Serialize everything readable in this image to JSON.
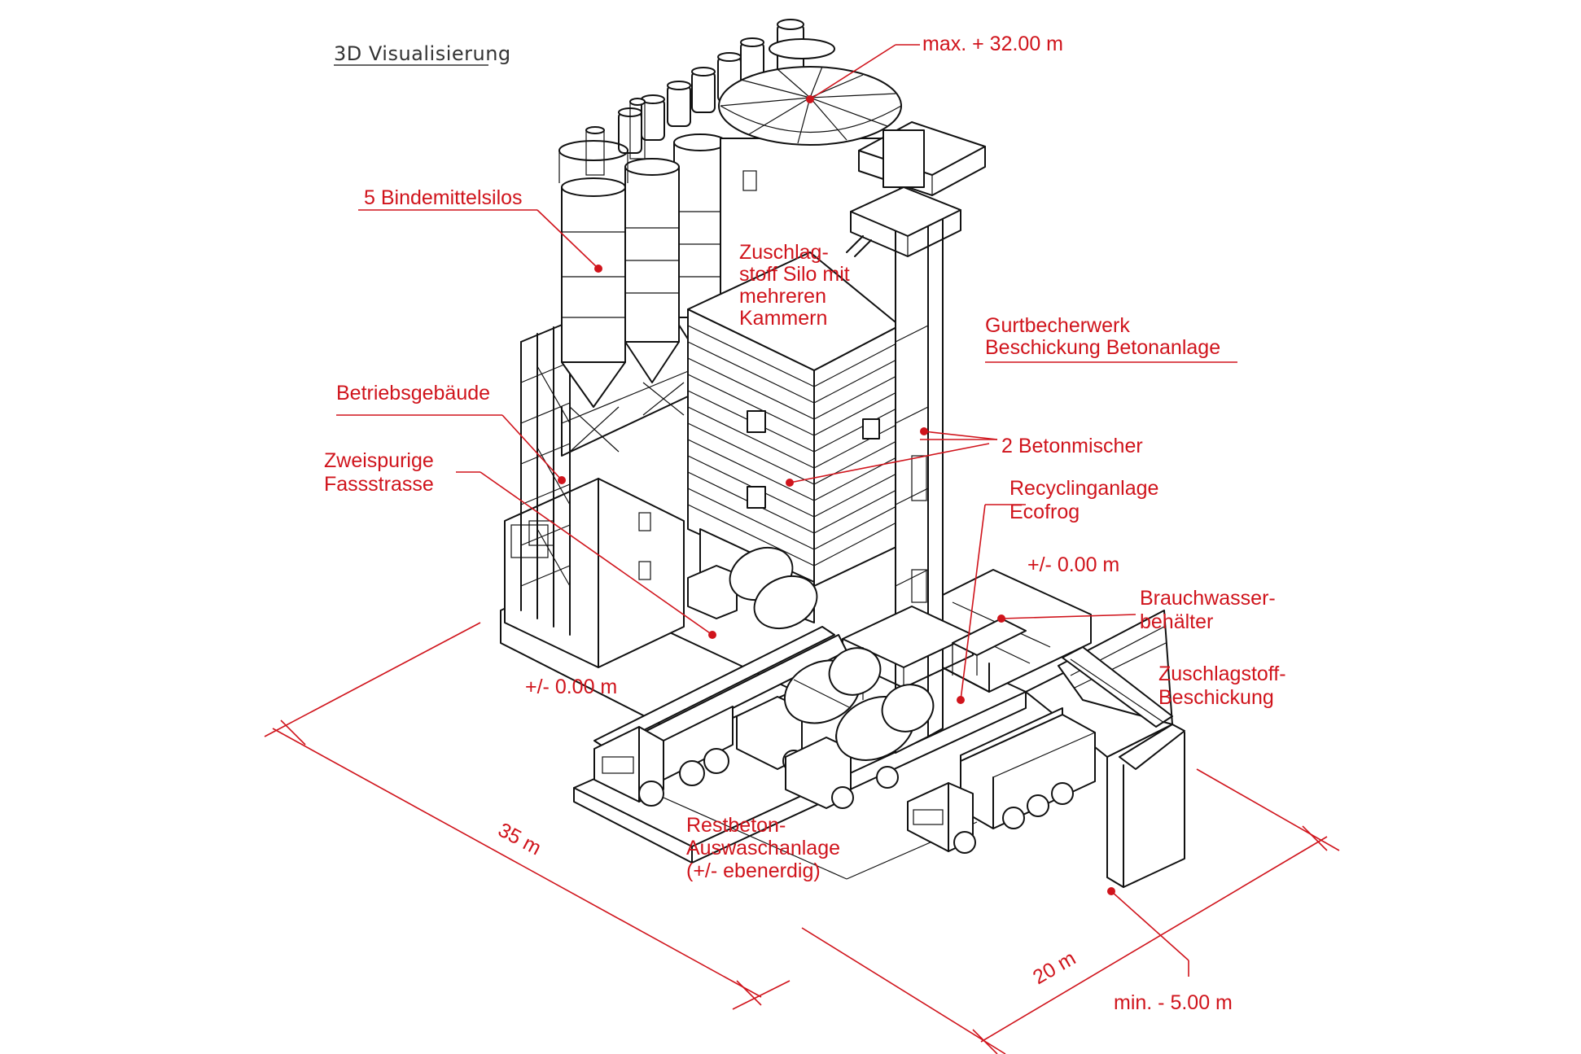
{
  "title": "3D Visualisierung",
  "colors": {
    "annotation": "#d0141c",
    "linework": "#111111",
    "background": "#ffffff"
  },
  "labels": {
    "max_height": "max. + 32.00 m",
    "binder_silos": "5 Bindemittelsilos",
    "aggregate_silo": [
      "Zuschlag-",
      "stoff Silo mit",
      "mehreren",
      "Kammern"
    ],
    "bucket_elevator": [
      "Gurtbecherwerk",
      "Beschickung Betonanlage"
    ],
    "operations_building": "Betriebsgebäude",
    "lanes": [
      "Zweispurige",
      "Fassstrasse"
    ],
    "mixers": "2 Betonmischer",
    "recycling": [
      "Recyclinganlage",
      "Ecofrog"
    ],
    "level_right": "+/- 0.00 m",
    "water_tank": [
      "Brauchwasser-",
      "behälter"
    ],
    "aggregate_feed": [
      "Zuschlagstoff-",
      "Beschickung"
    ],
    "level_left": "+/- 0.00 m",
    "washout": [
      "Restbeton-",
      "Auswaschanlage",
      "(+/- ebenerdig)"
    ],
    "dim_length": "35 m",
    "dim_width": "20 m",
    "min_depth": "min. - 5.00 m"
  }
}
